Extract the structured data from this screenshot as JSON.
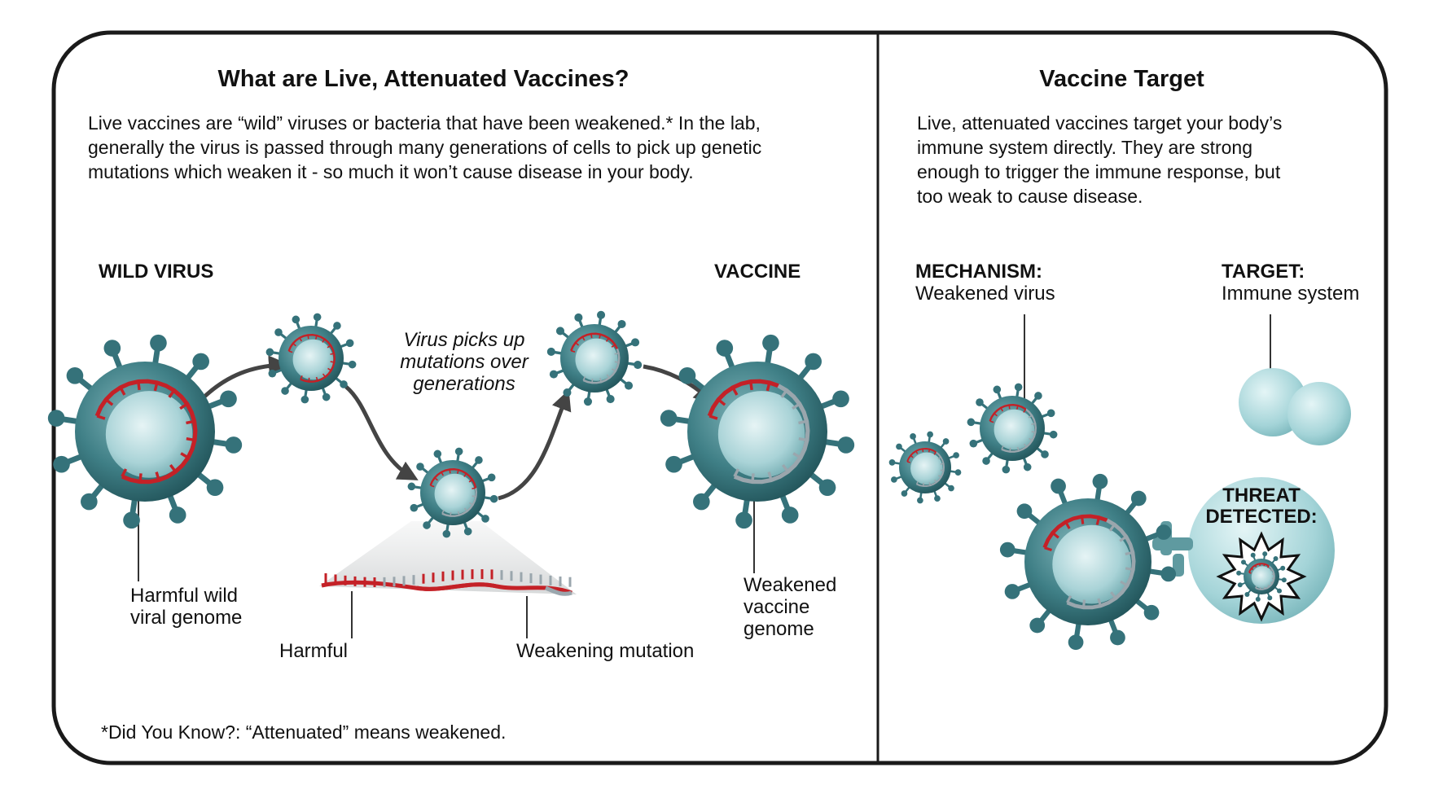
{
  "left_panel": {
    "title": "What are Live, Attenuated Vaccines?",
    "description_lines": [
      "Live vaccines are “wild”  viruses or bacteria that have been weakened.* In the lab,",
      "generally the virus  is passed through many generations of cells to pick up genetic",
      "mutations which weaken it - so much it won’t cause disease in your body."
    ],
    "wild_virus_heading": "WILD VIRUS",
    "vaccine_heading": "VACCINE",
    "mutation_caption_lines": [
      "Virus picks up",
      "mutations over",
      "generations"
    ],
    "harmful_genome_label_lines": [
      "Harmful wild",
      "viral genome"
    ],
    "harmful_label": "Harmful",
    "weakening_label": "Weakening mutation",
    "weakened_genome_label_lines": [
      "Weakened",
      "vaccine",
      "genome"
    ],
    "footnote": "*Did You Know?: “Attenuated” means weakened."
  },
  "right_panel": {
    "title": "Vaccine Target",
    "description_lines": [
      "Live, attenuated vaccines target your body’s",
      "immune system directly.  They are strong",
      "enough to trigger the immune response, but",
      "too weak to cause disease."
    ],
    "mechanism_heading": "MECHANISM:",
    "mechanism_value": "Weakened virus",
    "target_heading": "TARGET:",
    "target_value": "Immune system",
    "threat_lines": [
      "THREAT",
      "DETECTED:"
    ]
  },
  "colors": {
    "virus_body": "#3f7f86",
    "virus_inner": "#b6dcdf",
    "harmful_red": "#c42127",
    "weakened_gray": "#9aa6ad",
    "immune_cell": "#a8d7db",
    "frame": "#1a1a1a"
  }
}
